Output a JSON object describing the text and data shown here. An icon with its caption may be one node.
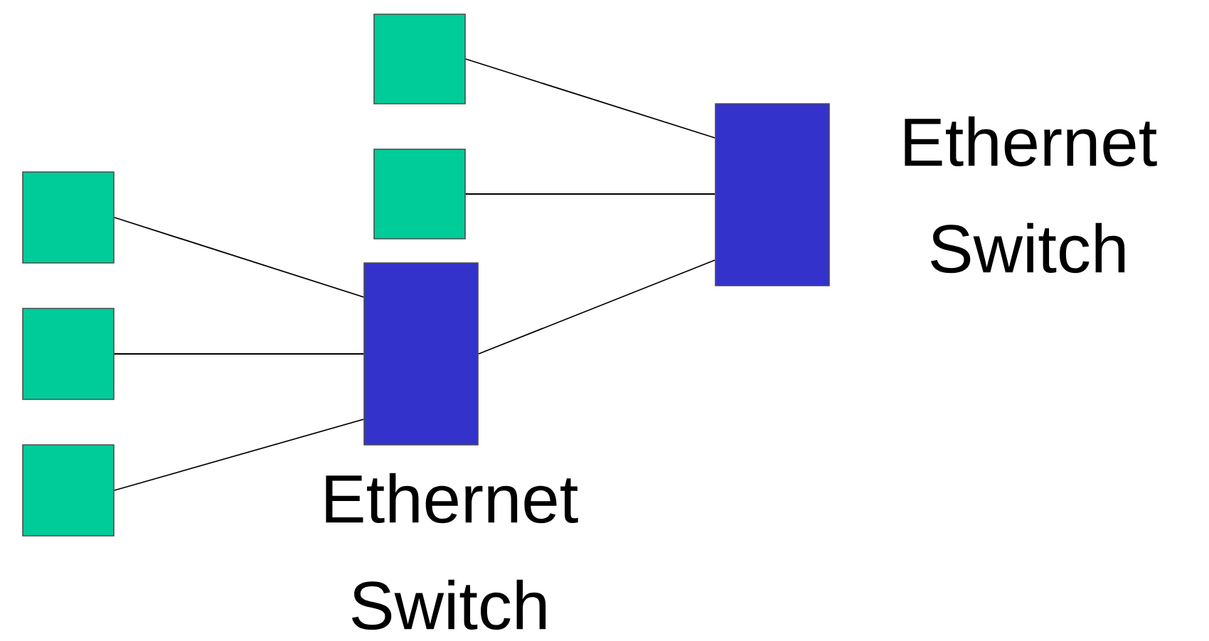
{
  "diagram": {
    "nodes": [
      {
        "text": [],
        "shape": "box"
      },
      {
        "text": [],
        "shape": "box"
      },
      {
        "text": [
          "Ethernet Switch"
        ]
      },
      {
        "text": [],
        "shape": "box"
      },
      {
        "text": [],
        "shape": "box"
      },
      {
        "text": [],
        "shape": "box"
      },
      {
        "text": [
          "Ethernet Switch"
        ]
      }
    ],
    "edges": [
      {
        "from": 0,
        "to": 2,
        "arrow": "none"
      },
      {
        "from": 1,
        "to": 2,
        "arrow": "none"
      },
      {
        "from": 6,
        "to": 2,
        "arrow": "none"
      },
      {
        "from": 3,
        "to": 6,
        "arrow": "none"
      },
      {
        "from": 4,
        "to": 6,
        "arrow": "none"
      },
      {
        "from": 5,
        "to": 6,
        "arrow": "none"
      }
    ]
  }
}
